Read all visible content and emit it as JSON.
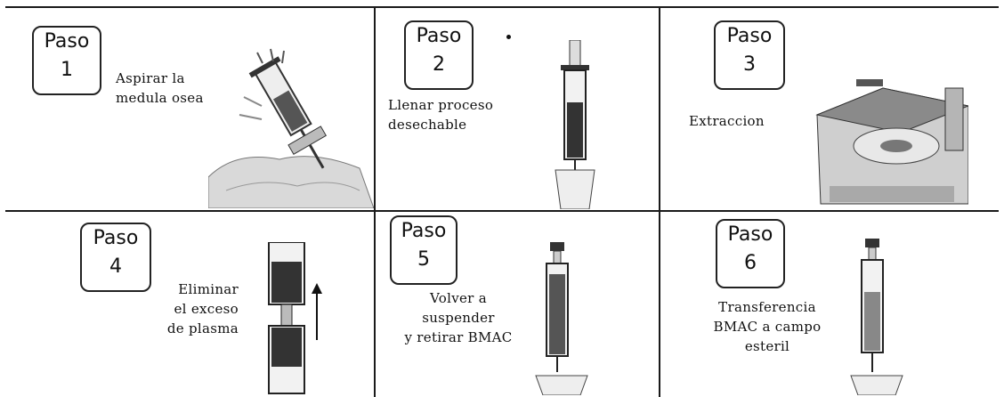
{
  "steps": [
    {
      "word": "Paso",
      "num": "1",
      "caption": [
        "Aspirar la",
        "medula osea"
      ]
    },
    {
      "word": "Paso",
      "num": "2",
      "caption": [
        "Llenar proceso",
        "desechable"
      ]
    },
    {
      "word": "Paso",
      "num": "3",
      "caption": [
        "Extraccion"
      ]
    },
    {
      "word": "Paso",
      "num": "4",
      "caption": [
        "Eliminar",
        "el exceso",
        "de plasma"
      ]
    },
    {
      "word": "Paso",
      "num": "5",
      "caption": [
        "Volver a",
        "suspender",
        "y retirar BMAC"
      ]
    },
    {
      "word": "Paso",
      "num": "6",
      "caption": [
        "Transferencia",
        "BMAC a campo",
        "esteril"
      ]
    }
  ]
}
